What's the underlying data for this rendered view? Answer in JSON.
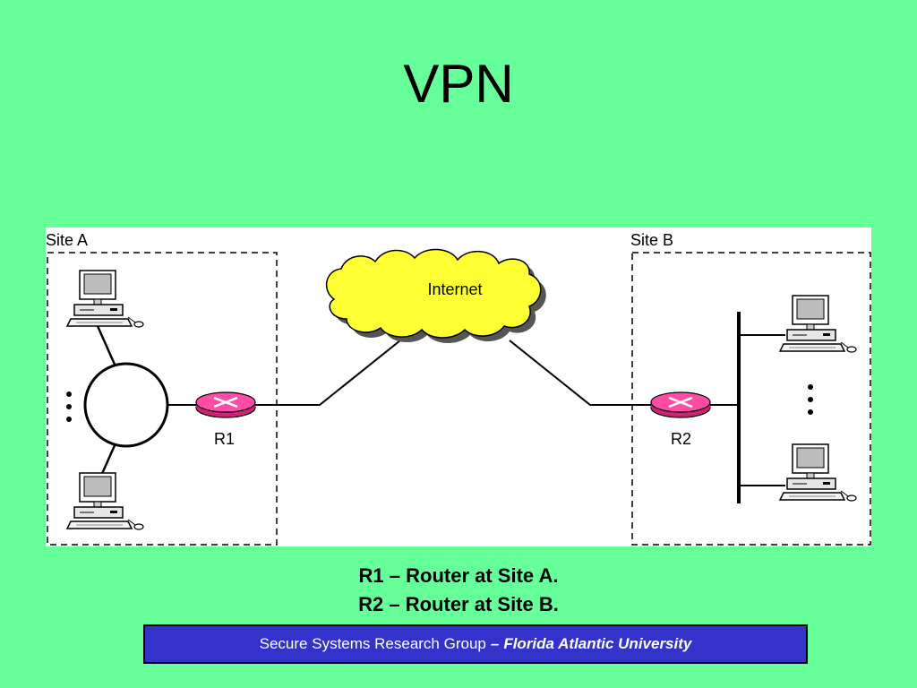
{
  "slide": {
    "title": "VPN"
  },
  "diagram": {
    "site_a_label": "Site A",
    "site_b_label": "Site B",
    "cloud_label": "Internet",
    "router_1_label": "R1",
    "router_2_label": "R2",
    "colors": {
      "background": "#66ff99",
      "cloud_fill": "#ffff33",
      "router_fill": "#ff4da6",
      "panel": "#ffffff"
    }
  },
  "captions": {
    "line_1": "R1 – Router at Site A.",
    "line_2": "R2 – Router at Site B."
  },
  "footer": {
    "group": "Secure Systems Research Group",
    "separator": "–",
    "university": "Florida Atlantic University",
    "bar_color": "#3333cc"
  }
}
